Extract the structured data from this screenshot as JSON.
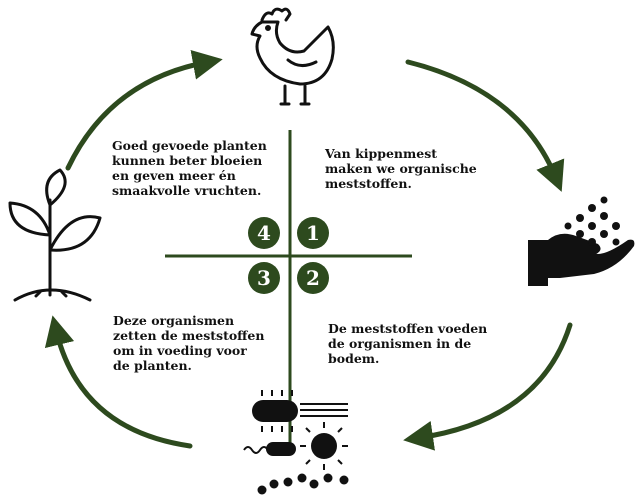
{
  "colors": {
    "accent": "#2d4a1e",
    "ink": "#111111"
  },
  "steps": [
    {
      "number": "1",
      "text": "Van kippenmest\nmaken we organische\nmeststoffen.",
      "icon": "chicken-icon"
    },
    {
      "number": "2",
      "text": "De meststoffen voeden\nde organismen in de\nbodem.",
      "icon": "fertilizer-hand-icon"
    },
    {
      "number": "3",
      "text": "Deze organismen\nzetten de meststoffen\nom in voeding voor\nde planten.",
      "icon": "microbes-icon"
    },
    {
      "number": "4",
      "text": "Goed gevoede planten\nkunnen beter bloeien\nen geven meer én\nsmaakvolle vruchten.",
      "icon": "plant-icon"
    }
  ]
}
